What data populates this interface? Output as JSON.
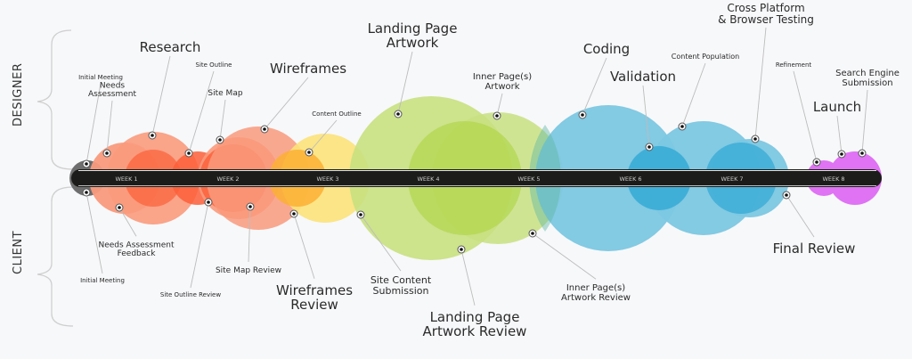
{
  "title": "Website Project Timeline",
  "colors": {
    "background": "#f7f8fa",
    "bar": "#1c1c1a",
    "gray": "#6e6e6e",
    "salmon": "#f99a7c",
    "red_orange": "#fb5f38",
    "yellow": "#fbe27a",
    "orange": "#fbb034",
    "lime": "#c8e080",
    "green": "#a9d43a",
    "sky": "#7cc7e2",
    "blue": "#34aad6",
    "magenta": "#df73f4",
    "teal_overlap": "#5fb9a5"
  },
  "sides": {
    "designer": "DESIGNER",
    "client": "CLIENT"
  },
  "weeks": [
    "WEEK 1",
    "WEEK 2",
    "WEEK 3",
    "WEEK 4",
    "WEEK 5",
    "WEEK 6",
    "WEEK 7",
    "WEEK 8"
  ],
  "designer_milestones": [
    {
      "label": [
        "Initial Meeting"
      ],
      "size": "small",
      "week": 0.4
    },
    {
      "label": [
        "Needs",
        "Assessment"
      ],
      "size": "small",
      "week": 1.0
    },
    {
      "label": [
        "Research"
      ],
      "size": "large",
      "week": 1.4
    },
    {
      "label": [
        "Site Outline"
      ],
      "size": "tiny",
      "week": 1.9
    },
    {
      "label": [
        "Site Map"
      ],
      "size": "small",
      "week": 2.1
    },
    {
      "label": [
        "Wireframes"
      ],
      "size": "large",
      "week": 2.5
    },
    {
      "label": [
        "Content Outline"
      ],
      "size": "tiny",
      "week": 3.0
    },
    {
      "label": [
        "Landing Page",
        "Artwork"
      ],
      "size": "large",
      "week": 3.8
    },
    {
      "label": [
        "Inner Page(s)",
        "Artwork"
      ],
      "size": "medium",
      "week": 4.6
    },
    {
      "label": [
        "Coding"
      ],
      "size": "large",
      "week": 5.4
    },
    {
      "label": [
        "Validation"
      ],
      "size": "large",
      "week": 6.0
    },
    {
      "label": [
        "Content Population"
      ],
      "size": "tiny",
      "week": 6.3
    },
    {
      "label": [
        "Cross Platform",
        "& Browser Testing"
      ],
      "size": "medium",
      "week": 7.0
    },
    {
      "label": [
        "Refinement"
      ],
      "size": "tiny",
      "week": 7.5
    },
    {
      "label": [
        "Launch"
      ],
      "size": "large",
      "week": 7.7
    },
    {
      "label": [
        "Search Engine",
        "Submission"
      ],
      "size": "medium",
      "week": 7.9
    }
  ],
  "client_milestones": [
    {
      "label": [
        "Initial Meeting"
      ],
      "size": "tiny",
      "week": 0.4
    },
    {
      "label": [
        "Needs Assessment",
        "Feedback"
      ],
      "size": "small",
      "week": 1.1
    },
    {
      "label": [
        "Site Outline Review"
      ],
      "size": "tiny",
      "week": 1.9
    },
    {
      "label": [
        "Site Map Review"
      ],
      "size": "small",
      "week": 2.3
    },
    {
      "label": [
        "Wireframes",
        "Review"
      ],
      "size": "large",
      "week": 2.8
    },
    {
      "label": [
        "Site Content",
        "Submission"
      ],
      "size": "medium",
      "week": 3.4
    },
    {
      "label": [
        "Landing Page",
        "Artwork Review"
      ],
      "size": "large",
      "week": 4.3
    },
    {
      "label": [
        "Inner Page(s)",
        "Artwork Review"
      ],
      "size": "medium",
      "week": 5.0
    },
    {
      "label": [
        "Final Review"
      ],
      "size": "large",
      "week": 7.3
    }
  ]
}
